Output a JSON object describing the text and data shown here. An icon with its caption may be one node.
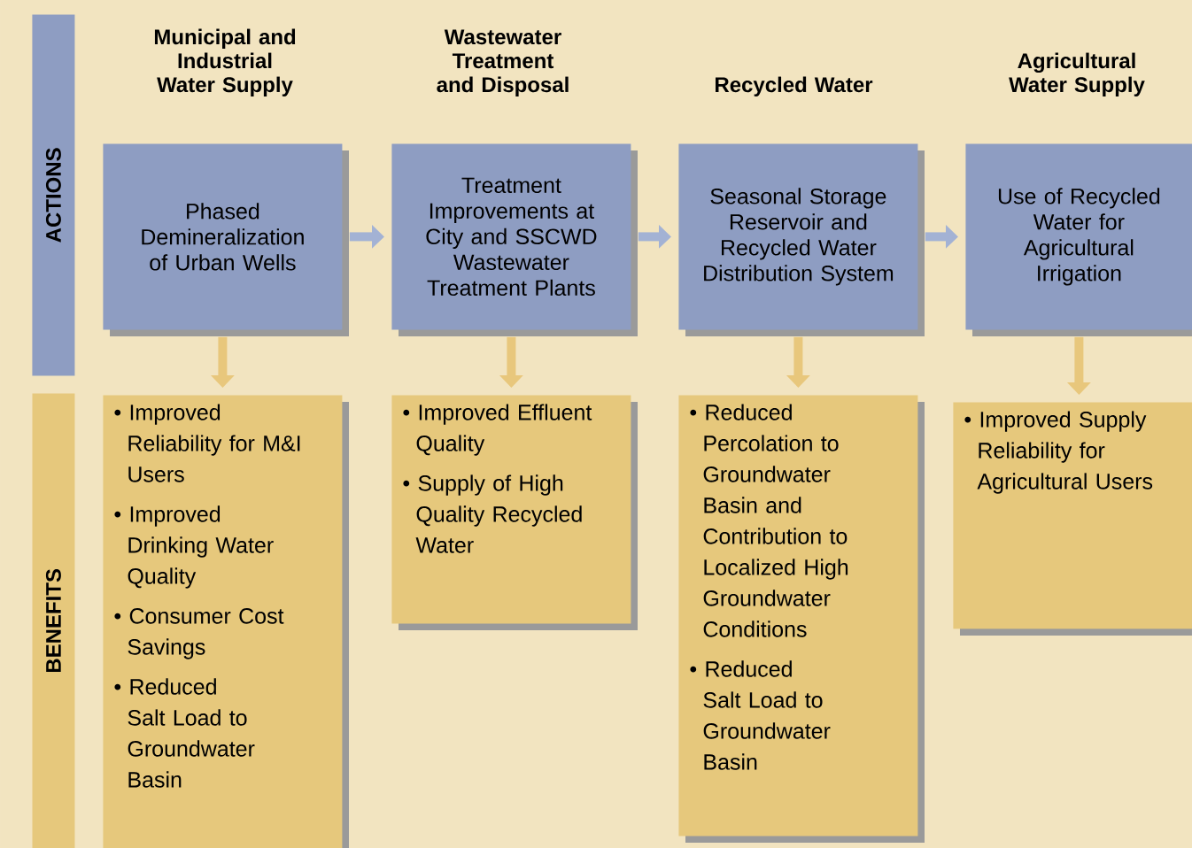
{
  "diagram": {
    "nodes": [
      {
        "text": [
          "ACTIONS"
        ]
      },
      {
        "text": [
          "BENEFITS"
        ]
      },
      {
        "text": [
          "Phased Demineralization of Urban Wells"
        ]
      },
      {
        "text": [
          "Treatment Improvements at City and SSCWD Wastewater Treatment Plants"
        ]
      },
      {
        "text": [
          "Seasonal Storage Reservoir and Recycled Water Distribution System"
        ]
      },
      {
        "text": [
          "Use of Recycled Water for Agricultural Irrigation"
        ]
      },
      {
        "text": [
          "• Improved Reliability for M&I Users",
          "• Improved Drinking Water Quality",
          "• Consumer Cost Savings",
          "• Reduced Salt Load to Groundwater Basin"
        ]
      },
      {
        "text": [
          "• Improved Effluent Quality",
          "• Supply of High Quality Recycled Water"
        ]
      },
      {
        "text": [
          "• Reduced Percolation to Groundwater Basin and Contribution to Localized High Groundwater Conditions",
          "• Reduced Salt Load to Groundwater Basin"
        ]
      },
      {
        "text": [
          "• Improved Supply Reliability for Agricultural Users"
        ]
      }
    ],
    "edges": [
      {
        "from": 2,
        "to": 3,
        "arrow": "to",
        "color": "#a3b2d4"
      },
      {
        "from": 3,
        "to": 4,
        "arrow": "to",
        "color": "#a3b2d4"
      },
      {
        "from": 4,
        "to": 5,
        "arrow": "to",
        "color": "#a3b2d4"
      },
      {
        "from": 2,
        "to": 6,
        "arrow": "to",
        "color": "#e8c77c"
      },
      {
        "from": 3,
        "to": 7,
        "arrow": "to",
        "color": "#e8c77c"
      },
      {
        "from": 4,
        "to": 8,
        "arrow": "to",
        "color": "#e8c77c"
      },
      {
        "from": 5,
        "to": 9,
        "arrow": "to",
        "color": "#e8c77c"
      }
    ],
    "labels": [
      "Municipal and Industrial Water Supply",
      "Wastewater Treatment and Disposal",
      "Recycled Water",
      "Agricultural Water Supply"
    ]
  }
}
